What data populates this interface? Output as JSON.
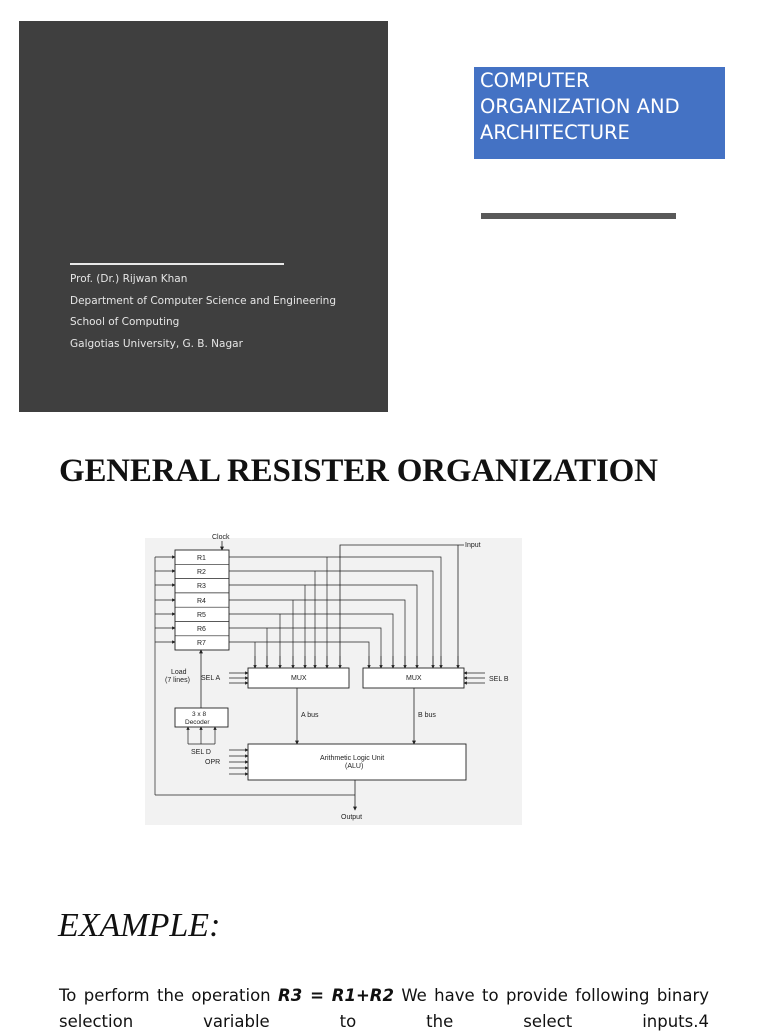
{
  "title_slide": {
    "author": [
      "Prof. (Dr.) Rijwan Khan",
      "Department of Computer Science and Engineering",
      "School of Computing",
      "Galgotias University, G. B. Nagar"
    ],
    "title_lines": [
      "COMPUTER",
      "ORGANIZATION AND",
      "ARCHITECTURE"
    ],
    "colors": {
      "panel": "#3f3f3f",
      "title_box": "#4472c4"
    }
  },
  "section": {
    "title": "GENERAL RESISTER ORGANIZATION"
  },
  "diagram": {
    "clock": "Clock",
    "input": "Input",
    "registers": [
      "R1",
      "R2",
      "R3",
      "R4",
      "R5",
      "R6",
      "R7"
    ],
    "load_line1": "Load",
    "load_line2": "(7 lines)",
    "sel_a": "SEL A",
    "sel_b": "SEL B",
    "mux_a": "MUX",
    "mux_b": "MUX",
    "a_bus": "A bus",
    "b_bus": "B bus",
    "decoder_line1": "3 x 8",
    "decoder_line2": "Decoder",
    "sel_d": "SEL D",
    "opr": "OPR",
    "alu_line1": "Arithmetic Logic Unit",
    "alu_line2": "(ALU)",
    "output": "Output"
  },
  "example": {
    "title": "EXAMPLE:",
    "text_before": "To perform the operation ",
    "operation": "R3 = R1+R2",
    "text_after": " We have to provide following binary selection variable to the select inputs.4"
  }
}
